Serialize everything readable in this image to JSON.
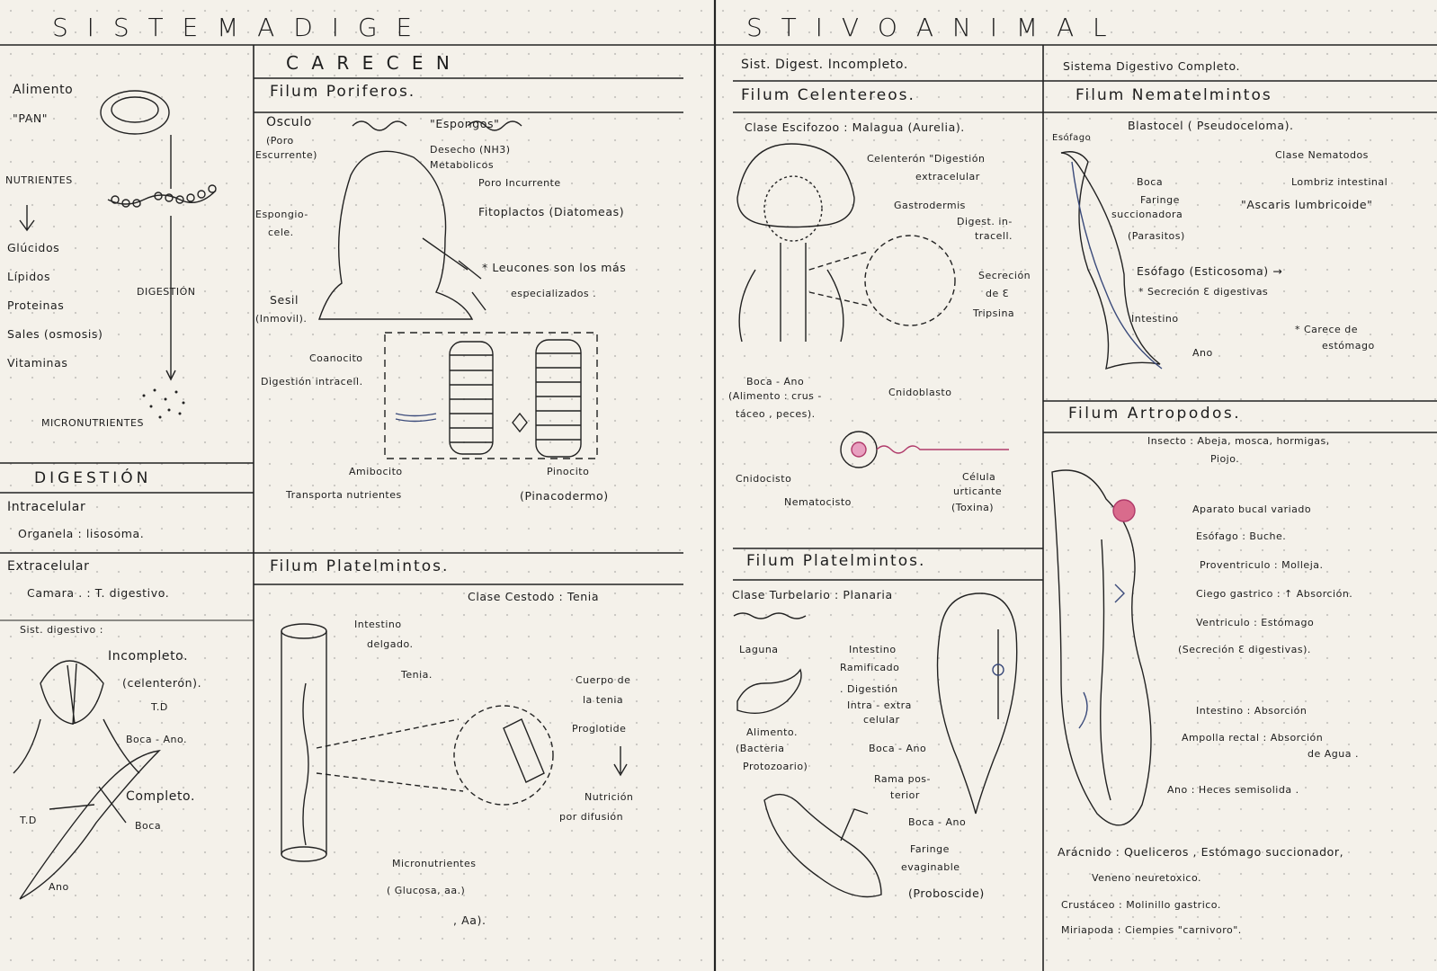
{
  "title": {
    "left": "S I S T E M A   D I G E",
    "right": "S T I V O   A N I M A L"
  },
  "left_panel": {
    "food_label": "Alimento",
    "food_name": "\"PAN\"",
    "nutrients": "NUTRIENTES",
    "items": [
      "Glúcidos",
      "Lípidos",
      "Proteinas",
      "Sales (osmosis)",
      "Vitaminas"
    ],
    "digestion": "DIGESTIÓN",
    "micronutrients": "MICRONUTRIENTES",
    "digestion_title": "DIGESTIÓN",
    "intra": "Intracelular",
    "organela": "Organela : lisosoma.",
    "extra": "Extracelular",
    "camara": "Camara . : T. digestivo.",
    "sist": "Sist. digestivo :",
    "incompleto": "Incompleto.",
    "celenteron": "(celenterón).",
    "td1": "T.D",
    "boca_ano": "Boca - Ano.",
    "completo": "Completo.",
    "td2": "T.D",
    "boca": "Boca",
    "ano": "Ano"
  },
  "carecen": {
    "header": "C A R E C E N",
    "poriferos": "Filum Poriferos.",
    "osculo": "Osculo",
    "poro_esc": "(Poro",
    "poro_esc2": "Escurrente)",
    "espongos": "\"Espongos\"",
    "desecho": "Desecho (NH3)",
    "metabolicos": "Metabolicos",
    "poro_inc": "Poro Incurrente",
    "espongiocele": "Espongio-",
    "espongiocele2": "cele.",
    "fitoplactos": "Fitoplactos (Diatomeas)",
    "leucones": "* Leucones son los más",
    "leucones2": "especializados .",
    "sesil": "Sesil",
    "inmovil": "(Inmovil).",
    "coanocito": "Coanocito",
    "digest_intra": "Digestión intracell.",
    "amibocito": "Amibocito",
    "transporta": "Transporta nutrientes",
    "pinocito": "Pinocito",
    "pinacodermo": "(Pinacodermo)",
    "platelmintos": "Filum Platelmintos.",
    "cestodo": "Clase Cestodo : Tenia",
    "intestino": "Intestino",
    "delgado": "delgado.",
    "tenia": "Tenia.",
    "cuerpo": "Cuerpo de",
    "cuerpo2": "la tenia",
    "proglotide": "Proglotide",
    "nutricion": "Nutrición",
    "difusion": "por difusión",
    "micronut": "Micronutrientes",
    "glucosa": "( Glucosa, aa.)",
    "aa": ", Aa)."
  },
  "incompleto": {
    "header": "Sist. Digest. Incompleto.",
    "celentereos": "Filum Celentereos.",
    "clase": "Clase Escifozoo : Malagua (Aurelia).",
    "celenteron": "Celenterón \"Digestión",
    "extracel": "extracelular",
    "gastrodermis": "Gastrodermis",
    "digest_in": "Digest. in-",
    "tracell": "tracell.",
    "secrecion": "Secreción",
    "de_e": "de Ɛ",
    "tripsina": "Tripsina",
    "boca_ano": "Boca - Ano",
    "alimento": "(Alimento : crus -",
    "taceo": "táceo , peces).",
    "cnidoblasto": "Cnidoblasto",
    "cnidocisto": "Cnidocisto",
    "nematocisto": "Nematocisto",
    "celula": "Célula",
    "urticante": "urticante",
    "toxina": "(Toxina)",
    "platelmintos": "Filum Platelmintos.",
    "turbelario": "Clase Turbelario : Planaria",
    "laguna": "Laguna",
    "intestino": "Intestino",
    "ramificado": "Ramificado",
    "digestion": ". Digestión",
    "intra_extra": "Intra - extra",
    "celular": "celular",
    "alimento2": "Alimento.",
    "bacteria": "(Bacteria",
    "protozoario": "Protozoario)",
    "boca_ano2": "Boca - Ano",
    "rama": "Rama pos-",
    "terior": "terior",
    "boca_ano3": "Boca - Ano",
    "faringe": "Faringe",
    "evaginable": "evaginable",
    "proboscide": "(Proboscide)"
  },
  "completo": {
    "header": "Sistema Digestivo Completo.",
    "nematelmintos": "Filum Nematelmintos",
    "esofago": "Esófago",
    "blastocel": "Blastocel ( Pseudoceloma).",
    "clase_nem": "Clase Nematodos",
    "boca": "Boca",
    "faringe": "Faringe",
    "succionadora": "succionadora",
    "lombriz": "Lombriz intestinal",
    "ascaris": "\"Ascaris lumbricoide\"",
    "parasitos": "(Parasitos)",
    "esofago2": "Esófago (Esticosoma) →",
    "secrecion": "* Secreción Ɛ digestivas",
    "intestino": "Intestino",
    "carece": "* Carece de",
    "estomago": "estómago",
    "ano": "Ano",
    "artropodos": "Filum Artropodos.",
    "insecto": "Insecto : Abeja, mosca, hormigas,",
    "piojo": "Piojo.",
    "aparato": "Aparato bucal variado",
    "esofago3": "Esófago : Buche.",
    "proventriculo": "Proventriculo : Molleja.",
    "ciego": "Ciego gastrico : ↑ Absorción.",
    "ventriculo": "Ventriculo : Estómago",
    "secrecion2": "(Secreción Ɛ digestivas).",
    "intestino2": "Intestino : Absorción",
    "ampolla": "Ampolla rectal : Absorción",
    "agua": "de Agua .",
    "ano2": "Ano : Heces semisolida .",
    "aracnido": "Arácnido : Queliceros , Estómago succionador,",
    "veneno": "Veneno neuretoxico.",
    "crustaceo": "Crustáceo : Molinillo gastrico.",
    "miriapoda": "Miriapoda : Ciempies \"carnivoro\"."
  },
  "colors": {
    "ink": "#1d1d1d",
    "pink": "#b03a6a",
    "blue": "#3a4a7a"
  }
}
